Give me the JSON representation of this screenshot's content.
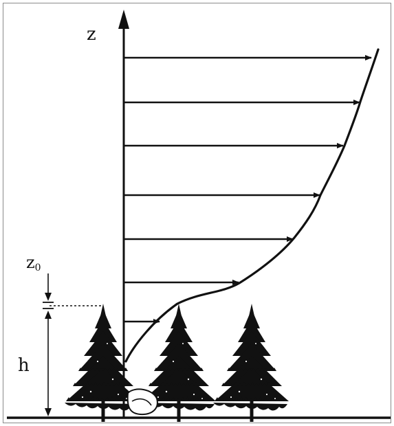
{
  "labels": {
    "z_axis": "z",
    "roughness_length": "z",
    "roughness_length_subscript": "0",
    "canopy_height": "h"
  },
  "colors": {
    "ink": "#111111",
    "border": "#8a8a8a",
    "background": "#ffffff"
  },
  "icons": {
    "trees": [
      "conifer-tree-icon",
      "conifer-tree-icon",
      "conifer-tree-icon"
    ],
    "shrub": "shrub-icon"
  }
}
